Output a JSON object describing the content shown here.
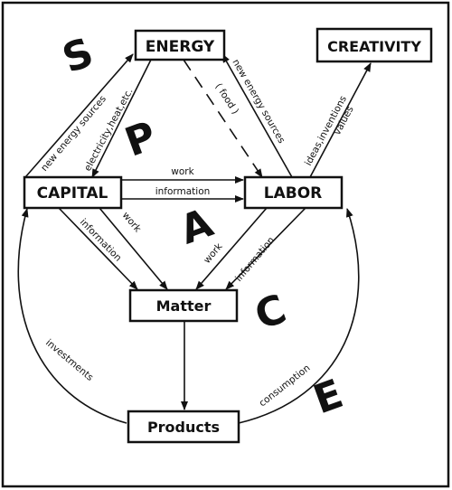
{
  "nodes": {
    "energy": "ENERGY",
    "creativity": "CREATIVITY",
    "capital": "CAPITAL",
    "labor": "LABOR",
    "matter": "Matter",
    "products": "Products"
  },
  "edges": {
    "new_energy_sources_left": "new energy sources",
    "electricity_heat": "electricity,heat,etc.",
    "food": "( food )",
    "new_energy_sources_right": "new energy sources",
    "ideas_inventions": "ideas,inventions",
    "values": "values",
    "work_top": "work",
    "information_mid": "information",
    "capital_information": "information",
    "capital_work": "work",
    "labor_work": "work",
    "labor_information": "information",
    "investments": "investments",
    "consumption": "consumption"
  },
  "space_letters": [
    "S",
    "P",
    "A",
    "C",
    "E"
  ]
}
